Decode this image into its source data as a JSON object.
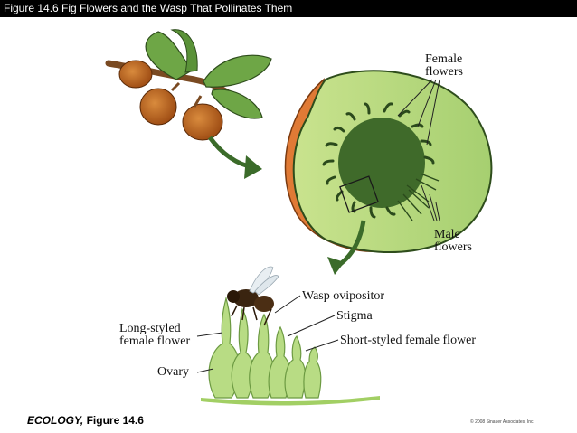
{
  "header": {
    "title": "Figure 14.6  Fig Flowers and the Wasp That Pollinates Them"
  },
  "labels": {
    "female_flowers_1": "Female",
    "female_flowers_2": "flowers",
    "male_flowers_1": "Male",
    "male_flowers_2": "flowers",
    "wasp_ovipositor": "Wasp ovipositor",
    "stigma": "Stigma",
    "long_styled_1": "Long-styled",
    "long_styled_2": "female flower",
    "short_styled": "Short-styled female flower",
    "ovary": "Ovary"
  },
  "footer": {
    "source_italic": "ECOLOGY,",
    "source_rest": " Figure 14.6",
    "copyright": "© 2008 Sinauer Associates, Inc."
  },
  "colors": {
    "fig_fruit": "#c96a1f",
    "fig_dark": "#8a3e10",
    "leaf": "#5f9a3c",
    "fig_flesh": "#b5d87a",
    "florets": "#3f6a2a",
    "flower_green": "#b8dc84",
    "arrow": "#3b6b2a"
  },
  "icons": {
    "leaf": "leaf-icon",
    "wasp": "wasp-icon"
  }
}
